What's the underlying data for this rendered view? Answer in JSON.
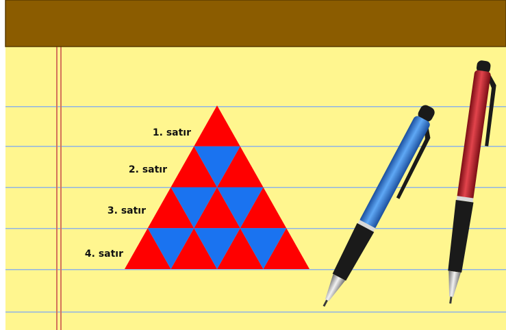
{
  "notepad": {
    "header_color": "#8B5C00",
    "paper_color": "#FFF68F",
    "rule_line_color": "#8FB4E6",
    "margin_line_color": "#D4735A"
  },
  "triangle": {
    "rows": 4,
    "up_color": "#FF0000",
    "down_color": "#1A73F0",
    "row_labels": [
      "1. satır",
      "2. satır",
      "3. satır",
      "4. satır"
    ]
  },
  "pens": [
    {
      "name": "blue-pen",
      "body_color": "#2F80DC",
      "grip_color": "#1A1A1A"
    },
    {
      "name": "red-pen",
      "body_color": "#C8202A",
      "grip_color": "#1A1A1A"
    }
  ]
}
